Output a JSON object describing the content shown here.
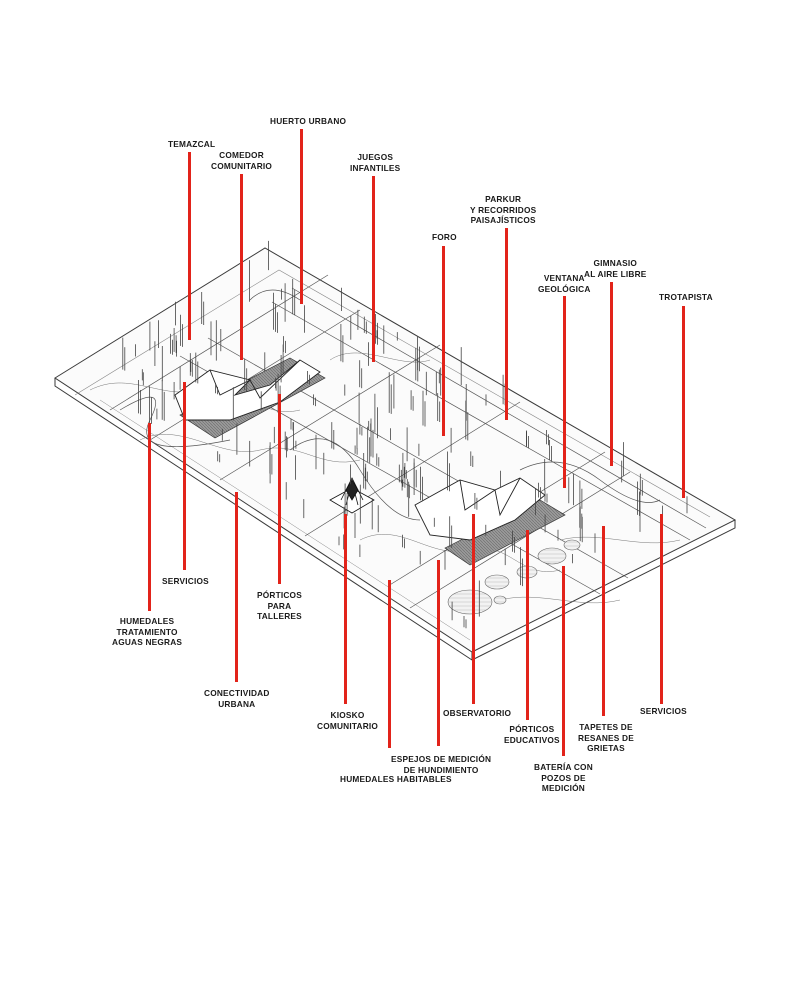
{
  "colors": {
    "leader": "#e2231a",
    "linework": "#3a3a3a",
    "hatch": "#888888",
    "label": "#1a1a1a"
  },
  "labels": {
    "temazcal": "TEMAZCAL",
    "comedor": "COMEDOR\nCOMUNITARIO",
    "huerto": "HUERTO URBANO",
    "juegos": "JUEGOS\nINFANTILES",
    "parkur": "PARKUR\nY RECORRIDOS\nPAISAJÍSTICOS",
    "foro": "FORO",
    "ventana": "VENTANA\nGEOLÓGICA",
    "gimnasio": "GIMNASIO\nAL AIRE LIBRE",
    "trotapista": "TROTAPISTA",
    "servicios_left": "SERVICIOS",
    "humedales_tratamiento": "HUMEDALES\nTRATAMIENTO\nAGUAS NEGRAS",
    "porticos_talleres": "PÓRTICOS\nPARA\nTALLERES",
    "conectividad": "CONECTIVIDAD\nURBANA",
    "kiosko": "KIOSKO\nCOMUNITARIO",
    "espejos": "ESPEJOS DE MEDICIÓN\nDE HUNDIMIENTO",
    "humedales_habitables": "HUMEDALES HABITABLES",
    "observatorio": "OBSERVATORIO",
    "porticos_educativos": "PÓRTICOS\nEDUCATIVOS",
    "bateria": "BATERÍA CON\nPOZOS DE\nMEDICIÓN",
    "tapetes": "TAPETES DE\nRESANES DE\nGRIETAS",
    "servicios_right": "SERVICIOS"
  }
}
